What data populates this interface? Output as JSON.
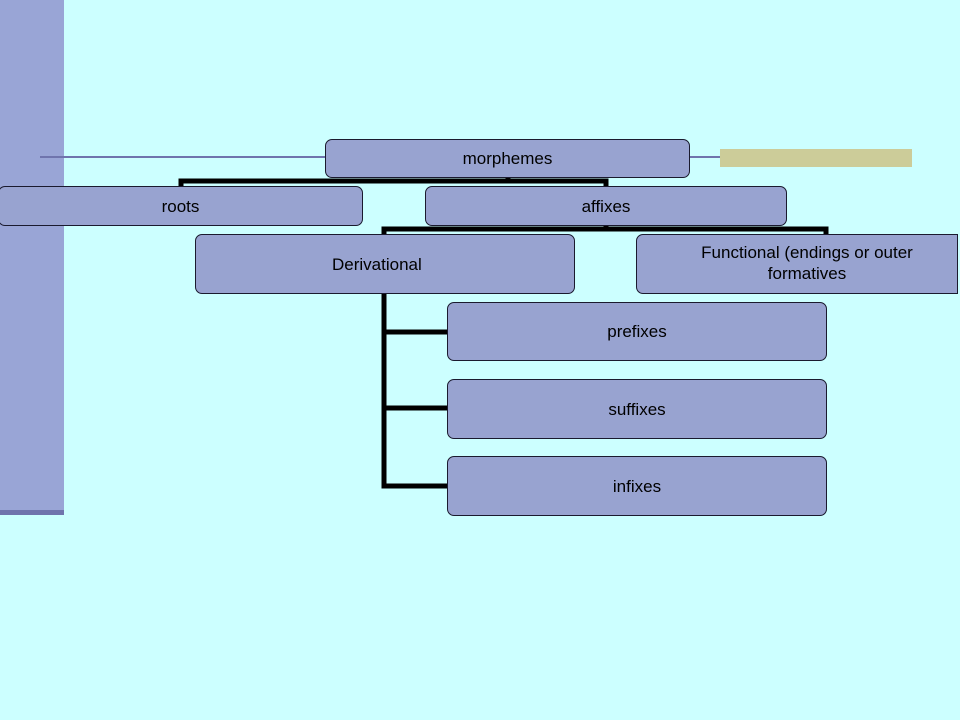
{
  "diagram": {
    "type": "hierarchy",
    "nodes": {
      "root": "morphemes",
      "roots": "roots",
      "affixes": "affixes",
      "derivational": "Derivational",
      "functional": "Functional (endings or outer formatives",
      "prefixes": "prefixes",
      "suffixes": "suffixes",
      "infixes": "infixes"
    },
    "edges": [
      [
        "morphemes",
        "roots"
      ],
      [
        "morphemes",
        "affixes"
      ],
      [
        "affixes",
        "Derivational"
      ],
      [
        "affixes",
        "Functional (endings or outer formatives"
      ],
      [
        "Derivational",
        "prefixes"
      ],
      [
        "Derivational",
        "suffixes"
      ],
      [
        "Derivational",
        "infixes"
      ]
    ]
  },
  "colors": {
    "background": "#ccffff",
    "node_fill": "#98a3d0",
    "sidebar": "#99a5d6",
    "rule": "#6f74ad",
    "accent": "#cccc99",
    "connector": "#000000"
  }
}
